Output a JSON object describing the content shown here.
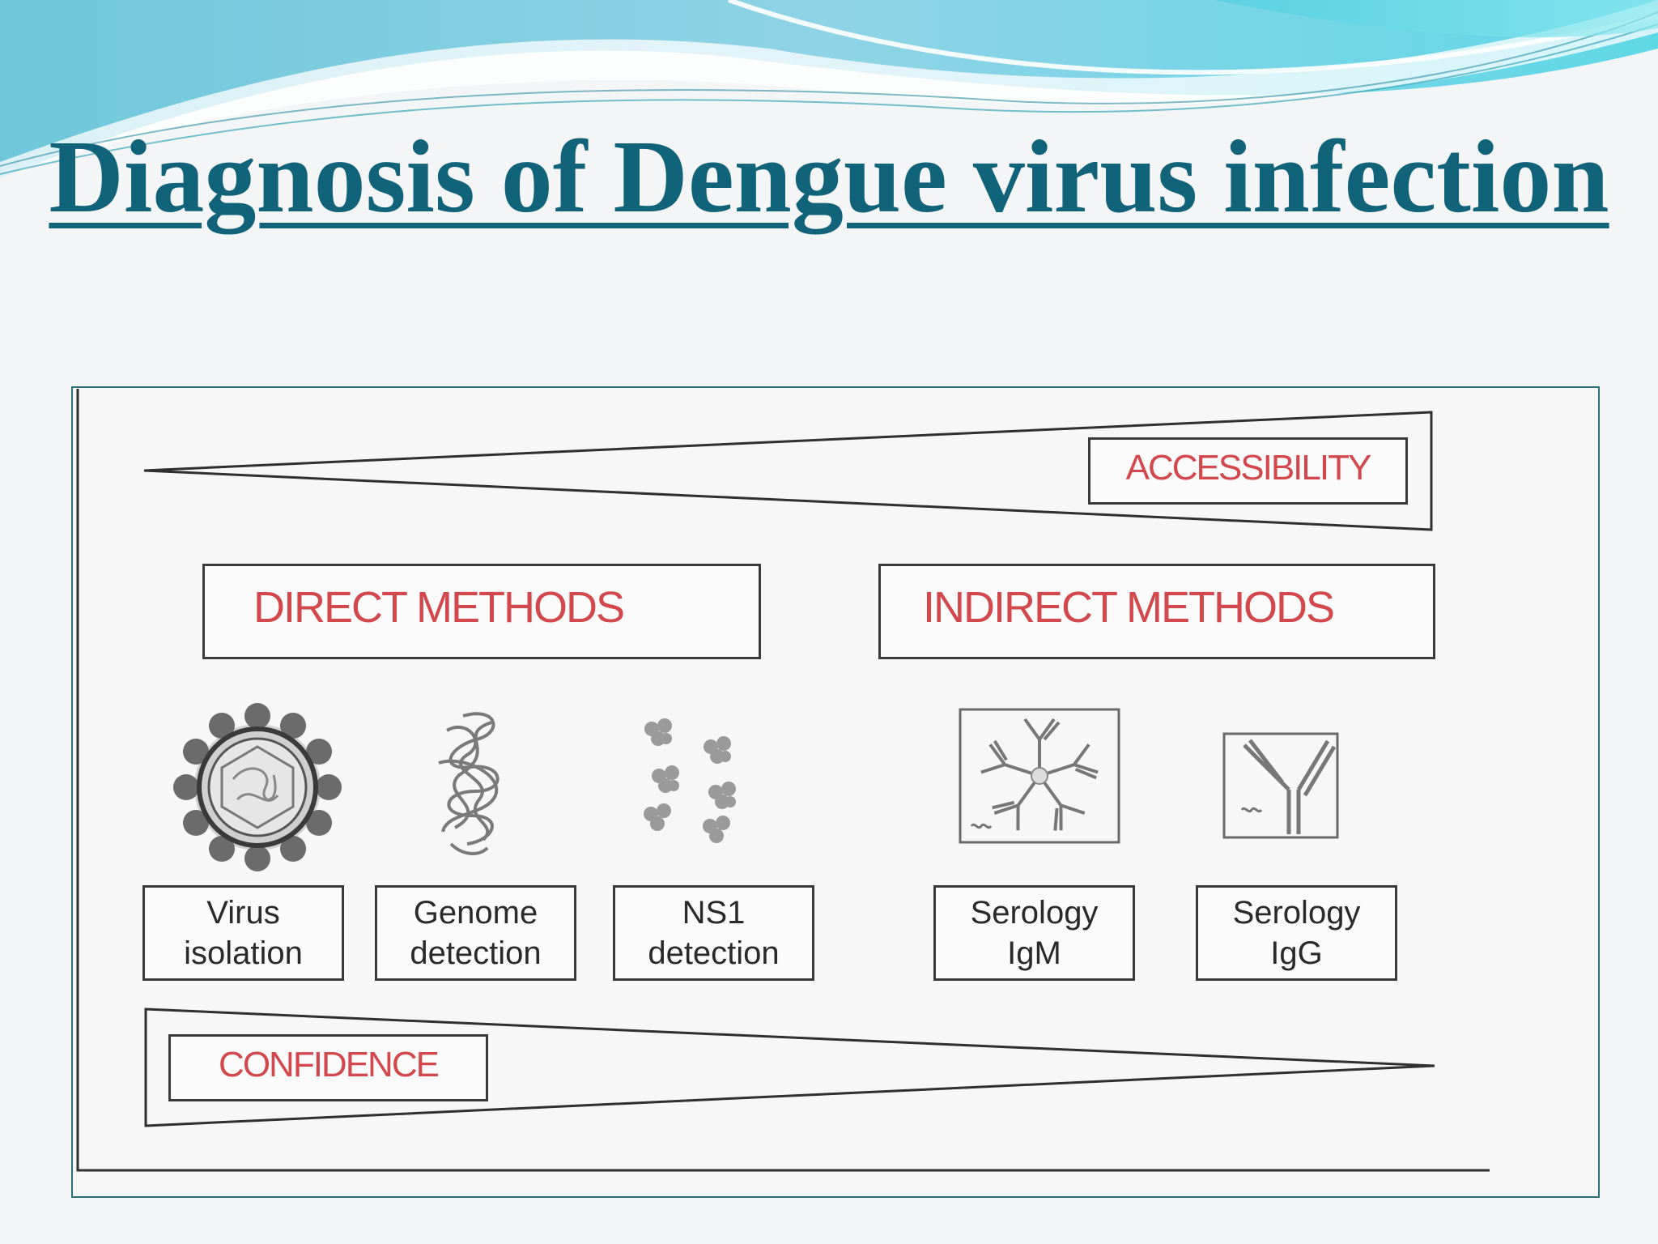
{
  "slide": {
    "title": "Diagnosis of Dengue virus infection"
  },
  "diagram": {
    "accessibility_label": "ACCESSIBILITY",
    "confidence_label": "CONFIDENCE",
    "direct_methods_label": "DIRECT METHODS",
    "indirect_methods_label": "INDIRECT METHODS",
    "methods": [
      {
        "line1": "Virus",
        "line2": "isolation",
        "icon": "virus-particle-icon"
      },
      {
        "line1": "Genome",
        "line2": "detection",
        "icon": "genome-strand-icon"
      },
      {
        "line1": "NS1",
        "line2": "detection",
        "icon": "ns1-protein-icon"
      },
      {
        "line1": "Serology",
        "line2": "IgM",
        "icon": "igm-antibody-icon"
      },
      {
        "line1": "Serology",
        "line2": "IgG",
        "icon": "igg-antibody-icon"
      }
    ]
  },
  "colors": {
    "title": "#11637a",
    "label_red": "#d2484d",
    "frame": "#2c6e7e"
  }
}
